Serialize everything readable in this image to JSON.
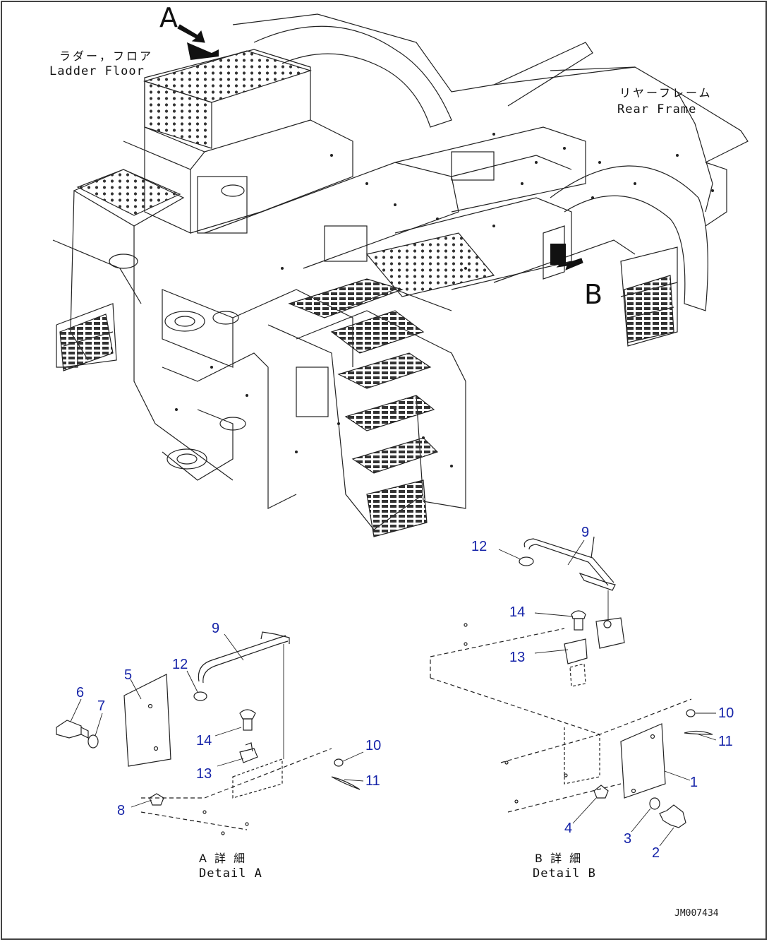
{
  "header": {
    "ladder_floor_jp": "ラダー，フロア",
    "ladder_floor_en": "Ladder Floor",
    "rear_frame_jp": "リヤーフレーム",
    "rear_frame_en": "Rear Frame"
  },
  "views": {
    "a": "A",
    "b": "B"
  },
  "detail_a": {
    "caption_jp": "A 詳 細",
    "caption_en": "Detail A",
    "callouts": [
      "9",
      "12",
      "5",
      "6",
      "7",
      "14",
      "13",
      "10",
      "11",
      "8"
    ]
  },
  "detail_b": {
    "caption_jp": "B 詳 細",
    "caption_en": "Detail B",
    "callouts": [
      "12",
      "9",
      "14",
      "13",
      "10",
      "11",
      "1",
      "4",
      "3",
      "2"
    ]
  },
  "doc_id": "JM007434",
  "colors": {
    "callout": "#1523a8",
    "line": "#222222",
    "frame_border": "#444444"
  }
}
